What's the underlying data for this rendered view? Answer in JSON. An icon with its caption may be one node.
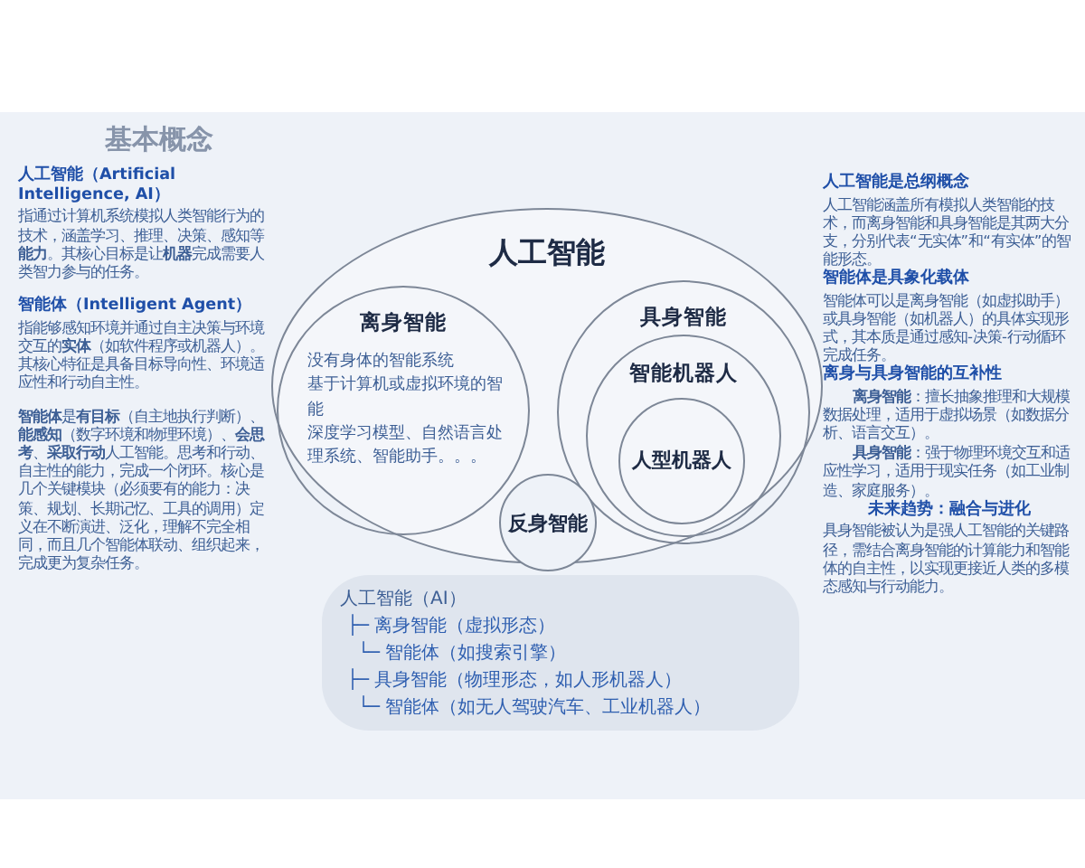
{
  "diagram": {
    "title": "基本概念",
    "nodes": [
      {
        "text": [
          "人工智能"
        ]
      },
      {
        "text": [
          "离身智能",
          "没有身体的智能系统",
          "基于计算机或虚拟环境的智能",
          "深度学习模型、自然语言处理系统、智能助手。。。"
        ],
        "in": 0
      },
      {
        "text": [
          "具身智能"
        ],
        "in": 0
      },
      {
        "text": [
          "智能机器人"
        ],
        "in": 2
      },
      {
        "text": [
          "人型机器人"
        ],
        "in": 3
      },
      {
        "text": [
          "反身智能"
        ],
        "in": 0
      },
      {
        "text": [
          "人工智能（AI）",
          "├─ 离身智能（虚拟形态）",
          "└─ 智能体（如搜索引擎）",
          "├─ 具身智能（物理形态，如人形机器人）",
          "└─ 智能体（如无人驾驶汽车、工业机器人）"
        ]
      }
    ],
    "edges": [],
    "labels": [
      "人工智能（Artificial Intelligence, AI）",
      "指通过计算机系统模拟人类智能行为的技术，涵盖学习、推理、决策、感知等**能力**。其核心目标是让**机器**完成需要人类智力参与的任务。",
      "智能体（Intelligent Agent）",
      "指能够感知环境并通过自主决策与环境交互的**实体**（如软件程序或机器人）。其核心特征是具备目标导向性、环境适应性和行动自主性。",
      "**智能体**是**有目标**（自主地执行判断）、**能感知**（数字环境和物理环境）、**会思考**、**采取行动**人工智能。思考和行动、自主性的能力，完成一个闭环。核心是几个关键模块（必须要有的能力：决策、规划、长期记忆、工具的调用）定义在不断演进、泛化，理解不完全相同，而且几个智能体联动、组织起来，完成更为复杂任务。",
      "人工智能是总纲概念",
      "人工智能涵盖所有模拟人类智能的技术，而离身智能和具身智能是其两大分支，分别代表“无实体”和“有实体”的智能形态。",
      "智能体是具象化载体",
      "智能体可以是离身智能（如虚拟助手）或具身智能（如机器人）的具体实现形式，其本质是通过感知-决策-行动循环完成任务。",
      "离身与具身智能的互补性",
      "**离身智能**：擅长抽象推理和大规模数据处理，适用于虚拟场景（如数据分析、语言交互）。",
      "**具身智能**：强于物理环境交互和适应性学习，适用于现实任务（如工业制造、家庭服务）。",
      "未来趋势：融合与进化",
      "具身智能被认为是强人工智能的关键路径，需结合离身智能的计算能力和智能体的自主性，以实现更接近人类的多模态感知与行动能力。"
    ]
  }
}
